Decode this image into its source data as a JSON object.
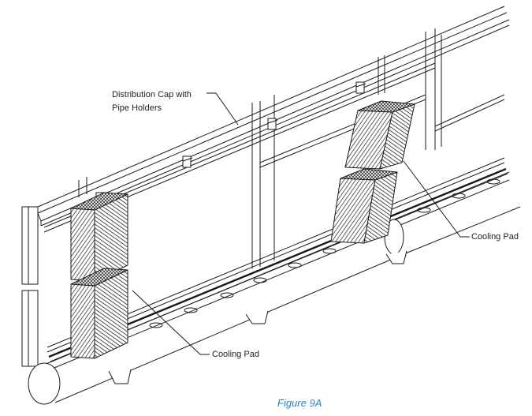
{
  "labels": {
    "distribution_cap": "Distribution Cap with\nPipe Holders",
    "distribution_cap_line1": "Distribution Cap with",
    "distribution_cap_line2": "Pipe Holders",
    "cooling_pad_left": "Cooling Pad",
    "cooling_pad_right": "Cooling Pad"
  },
  "caption": "Figure 9A",
  "colors": {
    "line": "#1a1a1a",
    "caption": "#2b83c6",
    "hatch": "#333333"
  }
}
